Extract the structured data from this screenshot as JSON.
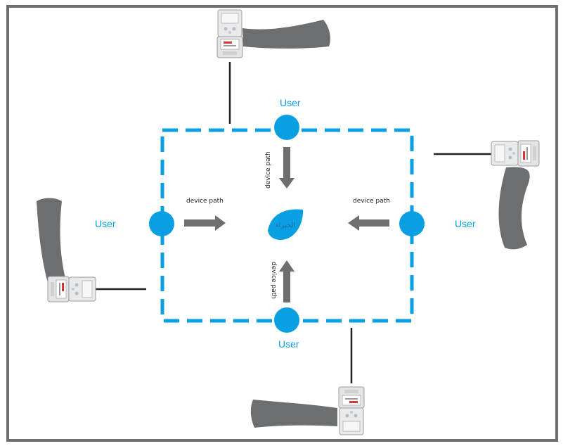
{
  "labels": {
    "user_top": "User",
    "user_left": "User",
    "user_right": "User",
    "user_bottom": "User",
    "path_left": "device path",
    "path_right": "device path",
    "path_top": "device path",
    "path_bottom": "device path",
    "center_text": "الخبراء"
  },
  "colors": {
    "accent": "#0a9fe3",
    "arrow": "#6d6e70",
    "frame": "#6d6e70",
    "arm": "#6d6e70",
    "device_body": "#e7e8ea"
  },
  "icons": {
    "user_node": "blue-circle",
    "center": "blue-leaf-logo",
    "device": "handheld-detector-with-antenna"
  }
}
